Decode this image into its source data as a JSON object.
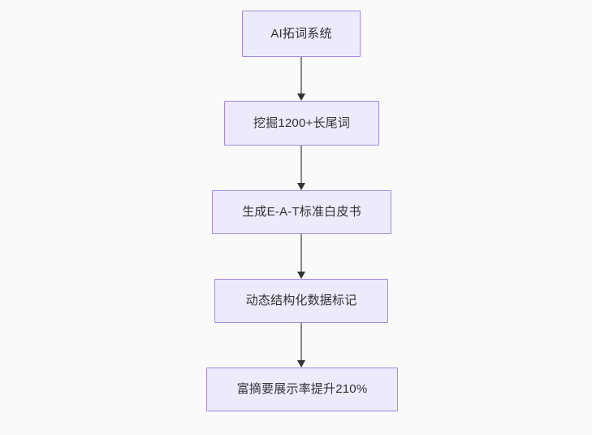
{
  "diagram": {
    "type": "flowchart",
    "orientation": "top-to-bottom",
    "background_color": "#fafafa",
    "node_fill_color": "#ecebfb",
    "node_border_color": "#a688dc",
    "node_text_color": "#333333",
    "edge_line_color": "#888888",
    "edge_arrow_color": "#333333",
    "nodes": [
      {
        "id": "n0",
        "label": "AI拓词系统"
      },
      {
        "id": "n1",
        "label": "挖掘1200+长尾词"
      },
      {
        "id": "n2",
        "label": "生成E-A-T标准白皮书"
      },
      {
        "id": "n3",
        "label": "动态结构化数据标记"
      },
      {
        "id": "n4",
        "label": "富摘要展示率提升210%"
      }
    ],
    "edges": [
      {
        "id": "e0",
        "from": "n0",
        "to": "n1",
        "label": ""
      },
      {
        "id": "e1",
        "from": "n1",
        "to": "n2",
        "label": ""
      },
      {
        "id": "e2",
        "from": "n2",
        "to": "n3",
        "label": ""
      },
      {
        "id": "e3",
        "from": "n3",
        "to": "n4",
        "label": ""
      }
    ]
  }
}
